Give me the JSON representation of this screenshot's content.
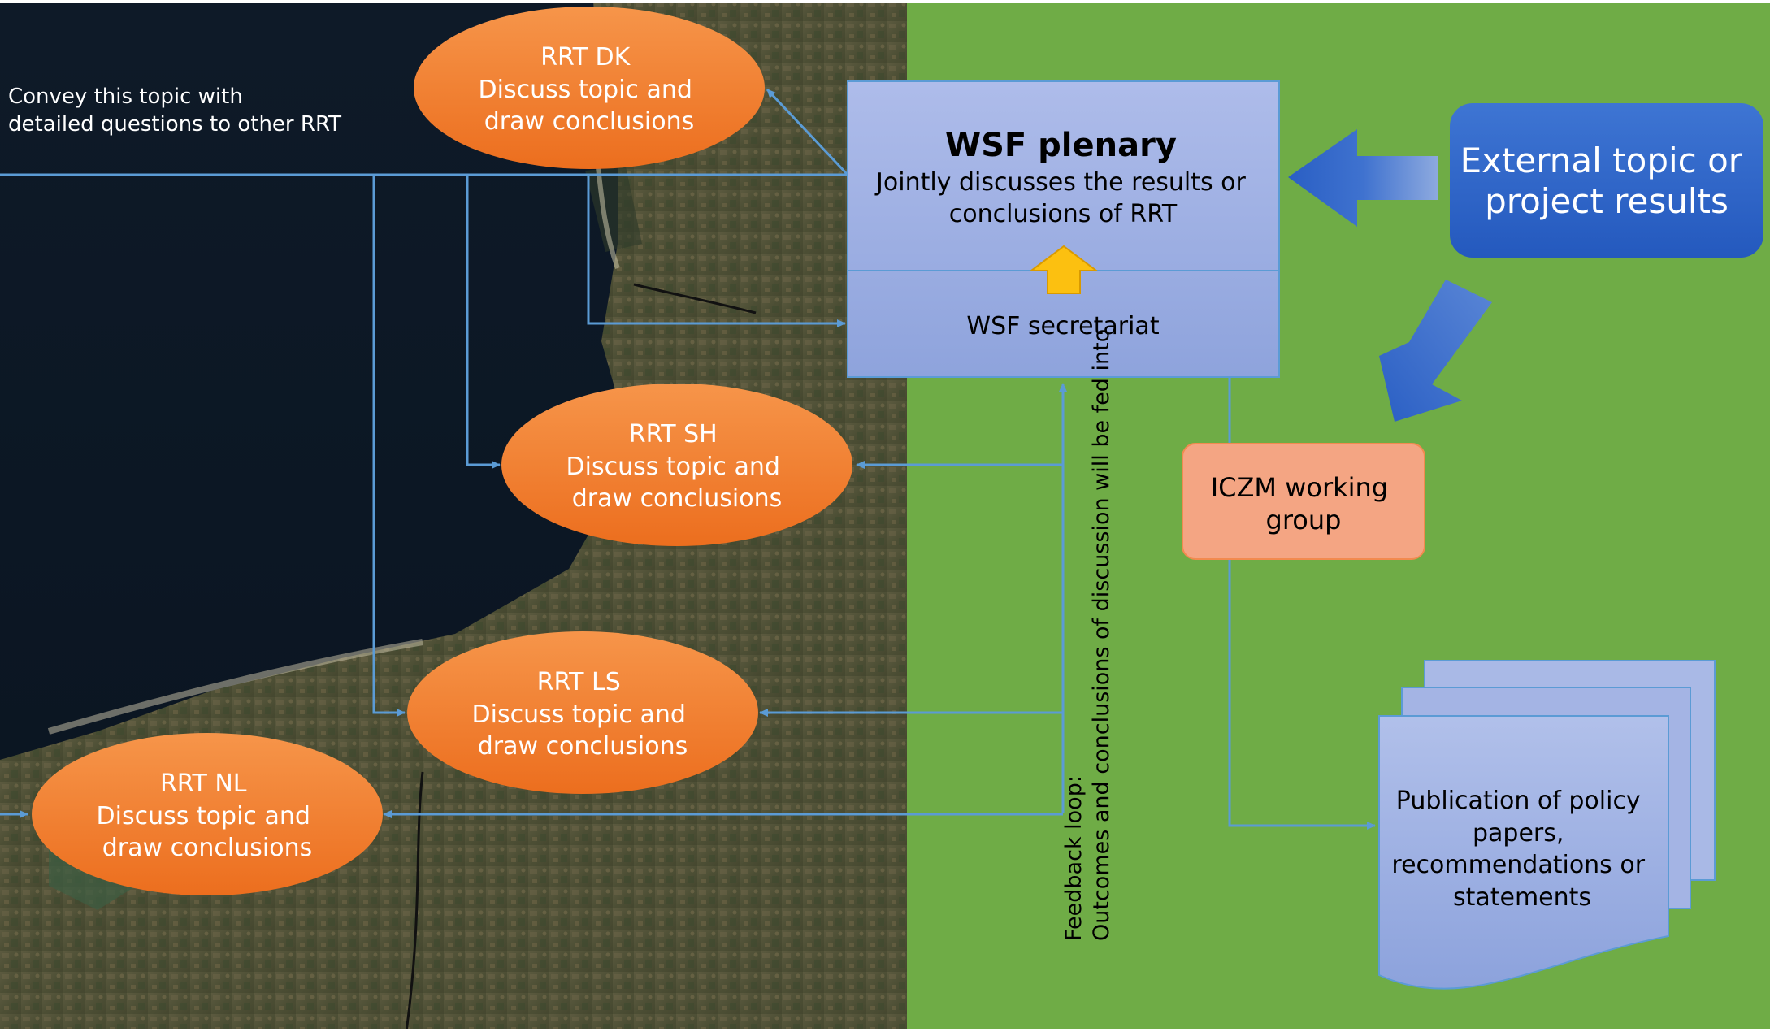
{
  "diagram": {
    "convey_text": [
      "Convey this topic with",
      "detailed questions to other RRT"
    ],
    "rrt_dk": {
      "title": "RRT DK",
      "line1": "Discuss topic and",
      "line2": "draw conclusions"
    },
    "rrt_sh": {
      "title": "RRT SH",
      "line1": "Discuss topic and",
      "line2": "draw conclusions"
    },
    "rrt_ls": {
      "title": "RRT LS",
      "line1": "Discuss topic and",
      "line2": "draw conclusions"
    },
    "rrt_nl": {
      "title": "RRT NL",
      "line1": "Discuss topic and",
      "line2": "draw conclusions"
    },
    "wsf_plenary": {
      "title": "WSF plenary",
      "line1": "Jointly discusses the results or",
      "line2": "conclusions of RRT"
    },
    "wsf_secretariat": "WSF secretariat",
    "external": {
      "line1": "External topic or",
      "line2": "project results"
    },
    "iczm": {
      "line1": "ICZM working",
      "line2": "group"
    },
    "publication": {
      "line1": "Publication of policy",
      "line2": "papers,",
      "line3": "recommendations or",
      "line4": "statements"
    },
    "feedback": {
      "line1": "Feedback loop:",
      "line2": "Outcomes and conclusions of discussion will be fed into"
    }
  },
  "colors": {
    "green_bg": "#6fac46",
    "rrt_orange": "#ef7b2b",
    "wsf_box": "#9badde",
    "connector_blue": "#5b9bd5",
    "external_blue": "#2f64c8",
    "iczm_salmon": "#f4a583",
    "yellow_arrow": "#fcc010",
    "publication_blue": "#a9b9e6"
  }
}
